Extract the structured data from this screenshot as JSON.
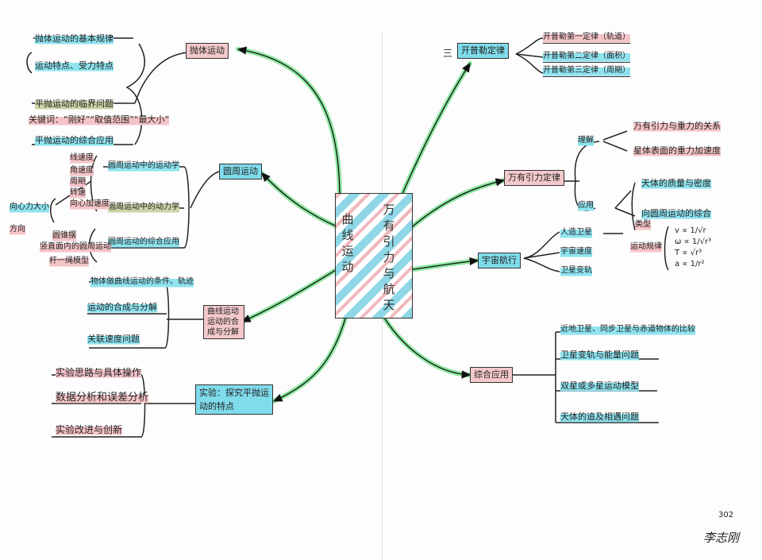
{
  "center": {
    "left": "曲线运动",
    "right": "万有引力与航天"
  },
  "left_branches": {
    "projectile": {
      "title": "抛体运动",
      "items": [
        "抛体运动的基本规律",
        "运动特点、受力特点",
        "平抛运动的临界问题",
        "关键词：“刚好”“取值范围”“最大小”",
        "平抛运动的综合应用"
      ]
    },
    "circular": {
      "title": "圆周运动",
      "items": [
        "圆周运动中的运动学",
        "圆周运动中的动力学",
        "圆周运动的综合应用"
      ],
      "kinematics": [
        "线速度",
        "角速度",
        "周期",
        "转速",
        "向心加速度"
      ],
      "force": [
        "向心力大小",
        "方向"
      ],
      "applications": [
        "圆锥摆",
        "竖直面内的圆周运动",
        "杆一绳模型"
      ]
    },
    "synthesis": {
      "title": "曲线运动运动的合成与分解",
      "items": [
        "物体做曲线运动的条件、轨迹",
        "运动的合成与分解",
        "关联速度问题"
      ]
    },
    "experiment": {
      "title": "实验：探究平抛运动的特点",
      "items": [
        "实验思路与具体操作",
        "数据分析和误差分析",
        "实验改进与创新"
      ]
    }
  },
  "right_branches": {
    "kepler": {
      "title": "开普勒定律",
      "prefix": "三",
      "items": [
        "开普勒第一定律（轨道）",
        "开普勒第二定律（面积）",
        "开普勒第三定律（周期）"
      ]
    },
    "gravitation": {
      "title": "万有引力定律",
      "sub1": "理解",
      "sub1_items": [
        "万有引力与重力的关系",
        "星体表面的重力加速度"
      ],
      "sub2": "应用",
      "sub2_items": [
        "天体的质量与密度",
        "向圆周运动的综合"
      ],
      "sub3": "类型",
      "sub4": "运动规律",
      "formulas": [
        "v ∝ 1/√r",
        "ω ∝ 1/√r³",
        "T ∝ √r³",
        "a ∝ 1/r²"
      ]
    },
    "spaceflight": {
      "title": "宇宙航行",
      "items": [
        "人造卫星",
        "宇宙速度",
        "卫星变轨"
      ]
    },
    "comprehensive": {
      "title": "综合应用",
      "items": [
        "近地卫星、同步卫星与赤道物体的比较",
        "卫星变轨与能量问题",
        "双星或多星运动模型",
        "天体的追及相遇问题"
      ]
    }
  },
  "footer": {
    "page_number": "302",
    "signature": "李志刚"
  },
  "colors": {
    "cyan": "#7fdceb",
    "pink": "#f3c9cc",
    "olive": "#c9cfa2",
    "green": "#6fe08a"
  }
}
